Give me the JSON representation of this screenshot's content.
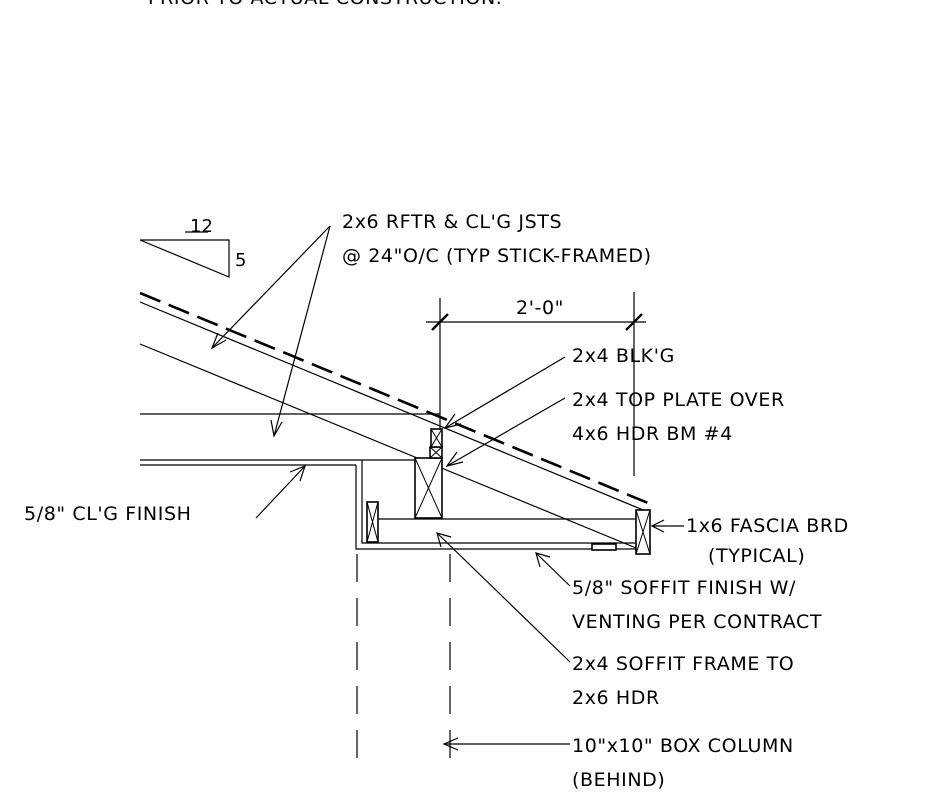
{
  "header_note": "PRIOR TO ACTUAL CONSTRUCTION.",
  "slope": {
    "run": "12",
    "rise": "5"
  },
  "dimension": "2'-0\"",
  "labels": {
    "rafter_line1": "2x6 RFTR & CL'G JSTS",
    "rafter_line2": "@ 24\"O/C (TYP STICK-FRAMED)",
    "blocking": "2x4 BLK'G",
    "top_plate_line1": "2x4 TOP PLATE OVER",
    "top_plate_line2": "4x6 HDR BM #4",
    "ceiling_finish": "5/8\" CL'G FINISH",
    "fascia_line1": "1x6 FASCIA BRD",
    "fascia_line2": "(TYPICAL)",
    "soffit_finish_line1": "5/8\" SOFFIT FINISH W/",
    "soffit_finish_line2": "VENTING PER CONTRACT",
    "soffit_frame_line1": "2x4 SOFFIT FRAME TO",
    "soffit_frame_line2": "2x6 HDR",
    "column_line1": "10\"x10\" BOX COLUMN",
    "column_line2": "(BEHIND)"
  }
}
